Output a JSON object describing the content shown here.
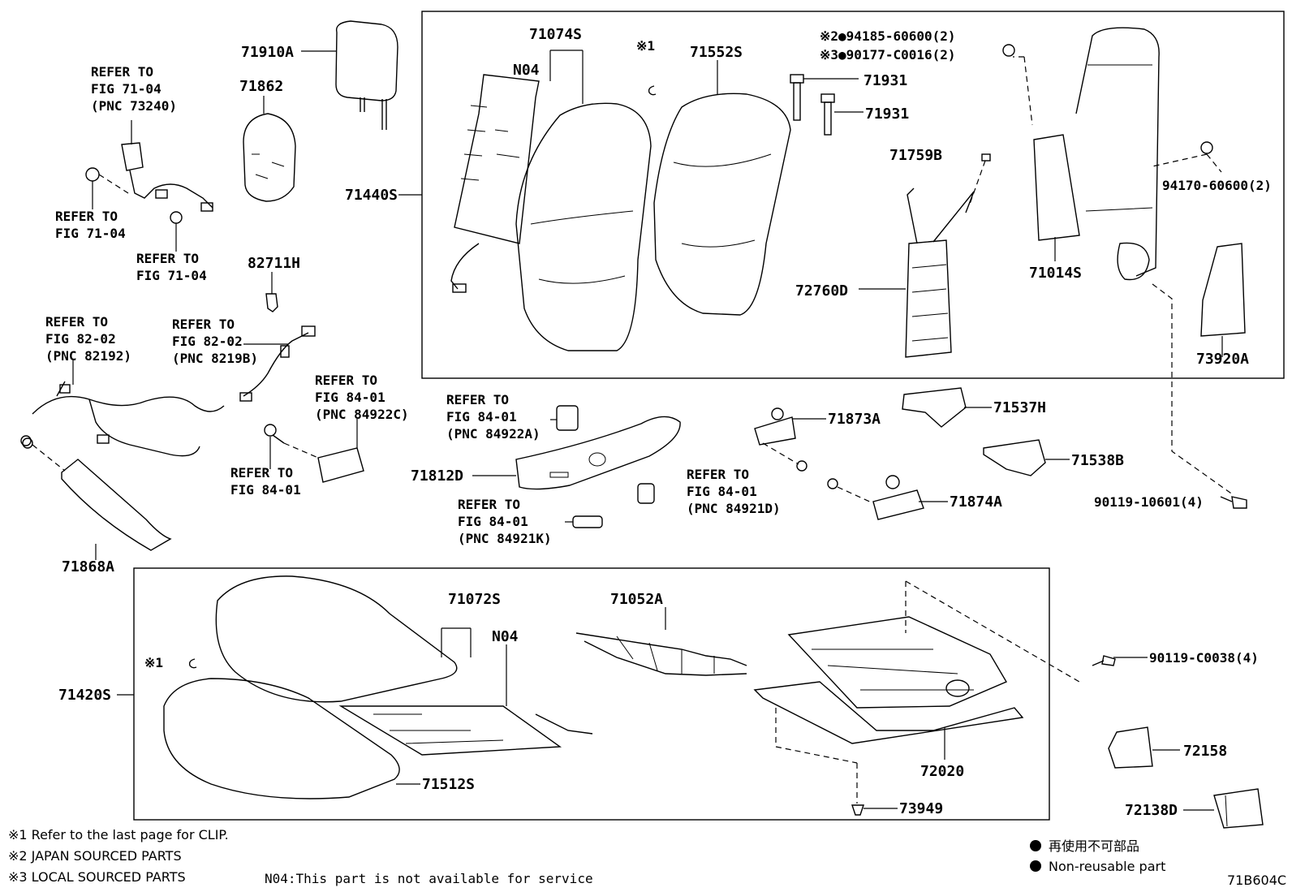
{
  "diagram_code": "71B604C",
  "labels": {
    "p71910A": "71910A",
    "p71862": "71862",
    "p82711H": "82711H",
    "p71074S": "71074S",
    "n04_top": "N04",
    "c1_top": "※1",
    "p71552S": "71552S",
    "p71440S": "71440S",
    "p94185": "※2●94185-60600(2)",
    "p90177": "※3●90177-C0016(2)",
    "p71931a": "71931",
    "p71931b": "71931",
    "p71759B": "71759B",
    "p72760D": "72760D",
    "p71014S": "71014S",
    "p94170": "94170-60600(2)",
    "p73920A": "73920A",
    "p71873A": "71873A",
    "p71537H": "71537H",
    "p71538B": "71538B",
    "p71874A": "71874A",
    "p90119_10601": "90119-10601(4)",
    "p71812D": "71812D",
    "p71868A": "71868A",
    "p71072S": "71072S",
    "n04_bottom": "N04",
    "p71052A": "71052A",
    "c1_bottom": "※1",
    "p71420S": "71420S",
    "p71512S": "71512S",
    "p72020": "72020",
    "p73949": "73949",
    "p90119_C0038": "90119-C0038(4)",
    "p72158": "72158",
    "p72138D": "72138D"
  },
  "refs": {
    "r1": [
      "REFER TO",
      "FIG 71-04",
      "(PNC 73240)"
    ],
    "r2": [
      "REFER TO",
      "FIG 71-04"
    ],
    "r3": [
      "REFER TO",
      "FIG 71-04"
    ],
    "r4": [
      "REFER TO",
      "FIG 82-02",
      "(PNC 82192)"
    ],
    "r5": [
      "REFER TO",
      "FIG 82-02",
      "(PNC 8219B)"
    ],
    "r6": [
      "REFER TO",
      "FIG 84-01",
      "(PNC 84922C)"
    ],
    "r7": [
      "REFER TO",
      "FIG 84-01"
    ],
    "r8": [
      "REFER TO",
      "FIG 84-01",
      "(PNC 84922A)"
    ],
    "r9": [
      "REFER TO",
      "FIG 84-01",
      "(PNC 84921D)"
    ],
    "r10": [
      "REFER TO",
      "FIG 84-01",
      "(PNC 84921K)"
    ]
  },
  "notes": {
    "n1": "※1 Refer to the last page for CLIP.",
    "n2": "※2 JAPAN SOURCED PARTS",
    "n3": "※3 LOCAL SOURCED PARTS",
    "n04": "N04:This part is not available for service",
    "legend_jp": "再使用不可部品",
    "legend_en": "Non-reusable part"
  }
}
